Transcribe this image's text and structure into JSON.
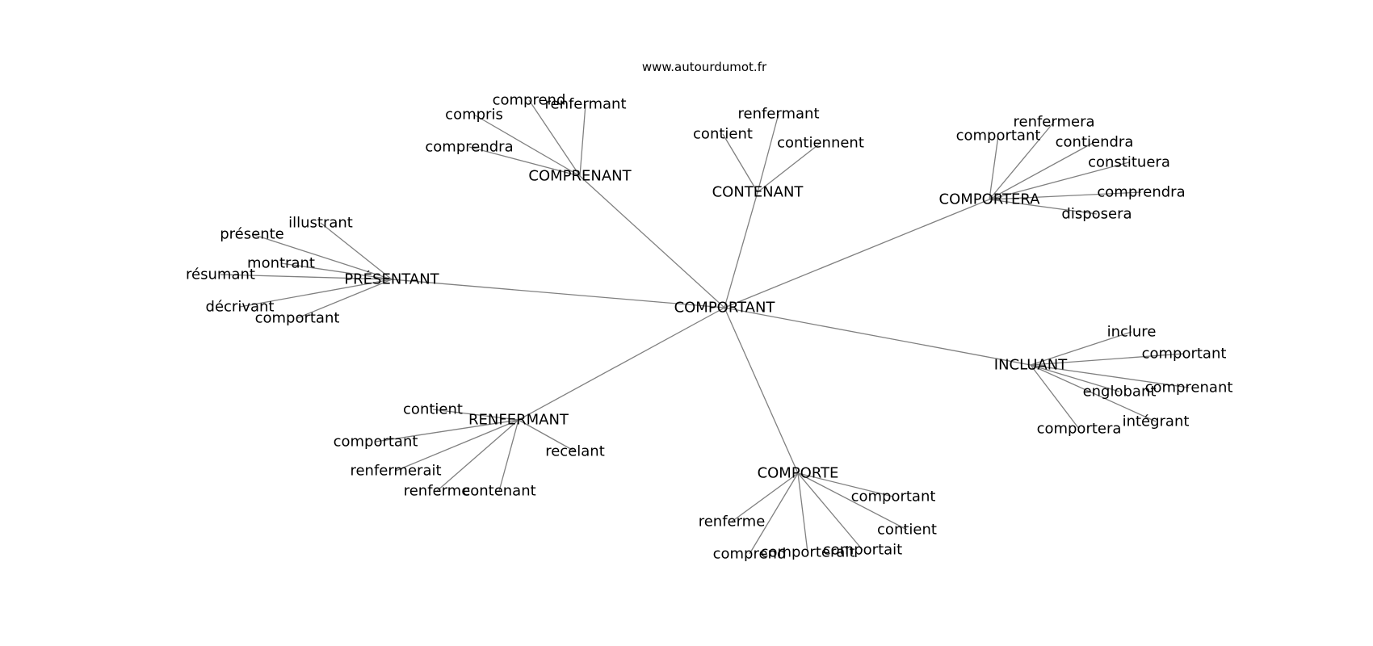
{
  "source": "www.autourdumot.fr",
  "center": "COMPORTANT",
  "clusters": [
    {
      "hub": "COMPRENANT",
      "leaves": [
        "comprend",
        "renfermant",
        "compris",
        "comprendra"
      ]
    },
    {
      "hub": "CONTENANT",
      "leaves": [
        "renfermant",
        "contient",
        "contiennent"
      ]
    },
    {
      "hub": "COMPORTERA",
      "leaves": [
        "renfermera",
        "comportant",
        "contiendra",
        "constituera",
        "comprendra",
        "disposera"
      ]
    },
    {
      "hub": "PRÉSENTANT",
      "leaves": [
        "illustrant",
        "présente",
        "montrant",
        "résumant",
        "décrivant",
        "comportant"
      ]
    },
    {
      "hub": "INCLUANT",
      "leaves": [
        "inclure",
        "comportant",
        "englobant",
        "comprenant",
        "intégrant",
        "comportera"
      ]
    },
    {
      "hub": "RENFERMANT",
      "leaves": [
        "contient",
        "comportant",
        "renfermerait",
        "recelant",
        "renferme",
        "contenant"
      ]
    },
    {
      "hub": "COMPORTE",
      "leaves": [
        "comportant",
        "contient",
        "renferme",
        "comportait",
        "comprend",
        "comporterait"
      ]
    }
  ]
}
